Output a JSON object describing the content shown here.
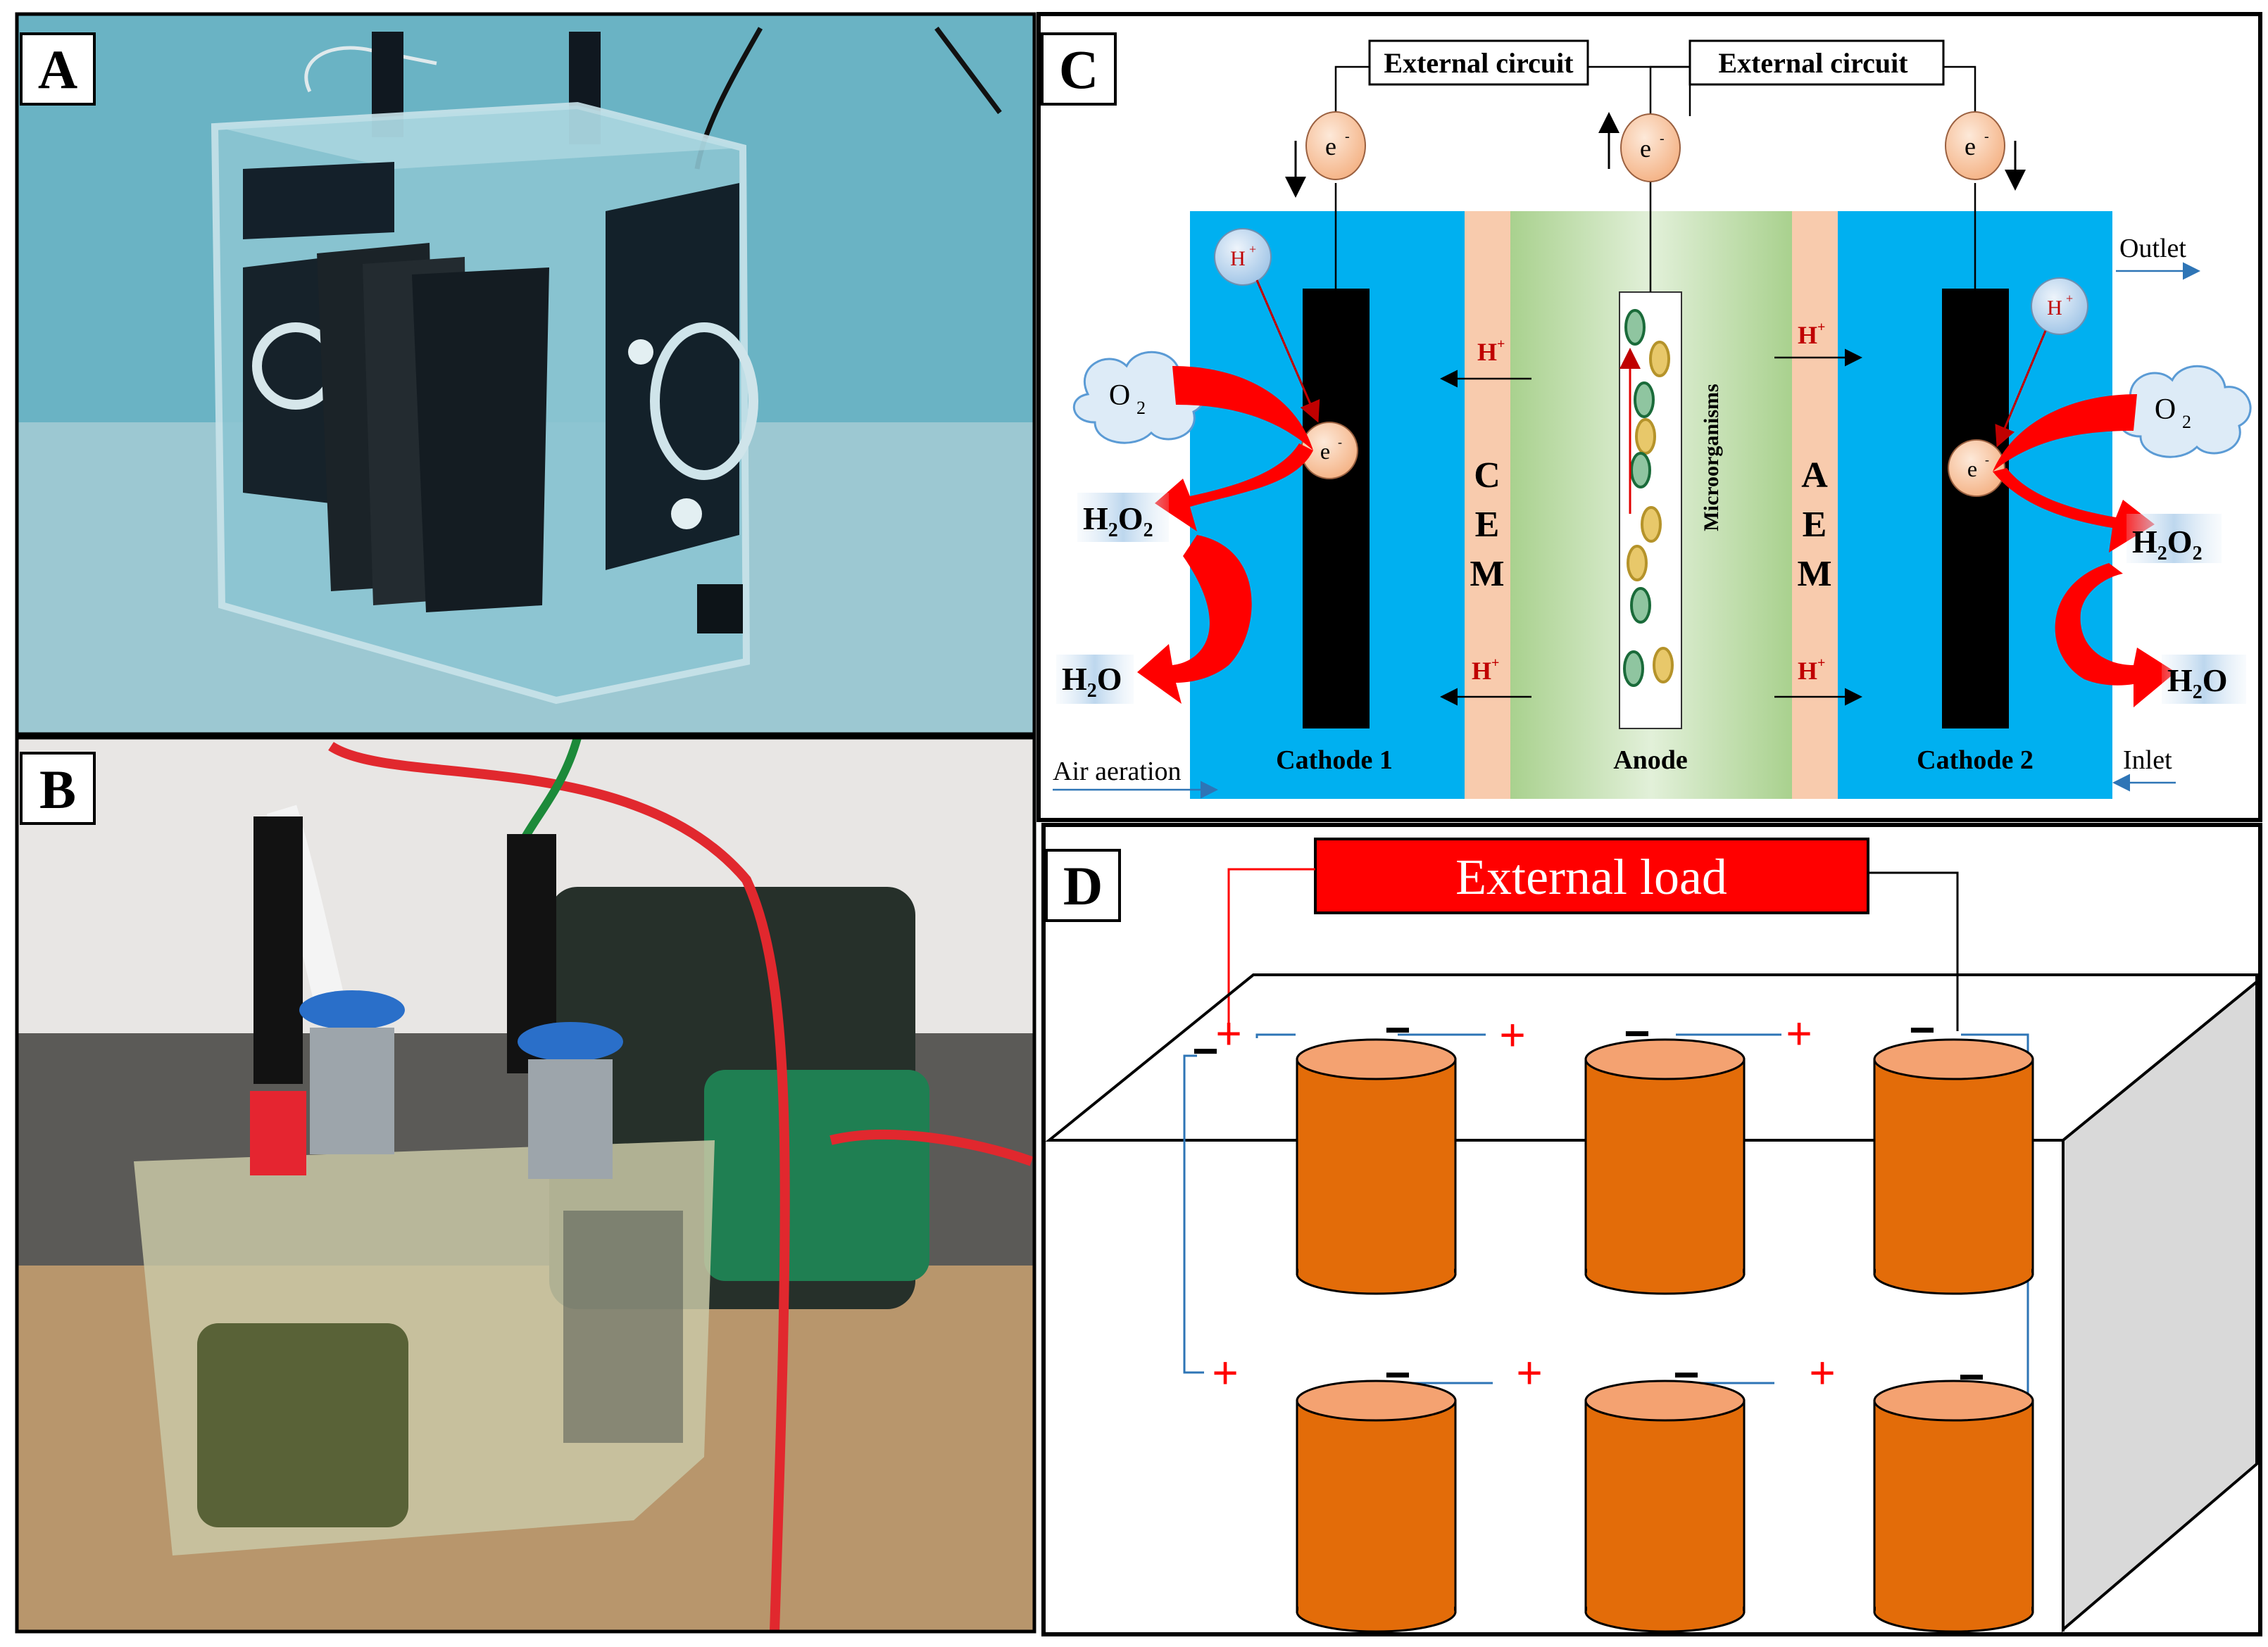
{
  "panels": {
    "a": {
      "label": "A"
    },
    "b": {
      "label": "B"
    },
    "c": {
      "label": "C"
    },
    "d": {
      "label": "D"
    }
  },
  "circuit_c": {
    "external_circuit_left": "External circuit",
    "external_circuit_right": "External circuit",
    "electron": "e",
    "electron_sup": "-",
    "proton": "H",
    "proton_sup": "+",
    "oxygen": "O",
    "oxygen_sub": "2",
    "h2o2_h": "H",
    "h2o2_sub1": "2",
    "h2o2_o": "O",
    "h2o2_sub2": "2",
    "h2o_h": "H",
    "h2o_sub": "2",
    "h2o_o": "O",
    "cem": [
      "C",
      "E",
      "M"
    ],
    "aem": [
      "A",
      "E",
      "M"
    ],
    "microorganisms": "Microorganisms",
    "cathode1": "Cathode 1",
    "anode": "Anode",
    "cathode2": "Cathode 2",
    "outlet": "Outlet",
    "inlet": "Inlet",
    "air_aeration": "Air aeration",
    "colors": {
      "water": "#00b0f0",
      "membrane": "#f8cbad",
      "anode_bg": "#c5e0b4",
      "arrow_red": "#ff0000",
      "cathode": "#000000"
    }
  },
  "stack_d": {
    "external_load": "External load",
    "plus": "+",
    "minus": "−",
    "colors": {
      "cell": "#e36c09",
      "cell_top": "#f4a271",
      "load": "#ff0000",
      "wire_blue": "#2e75b6"
    }
  }
}
